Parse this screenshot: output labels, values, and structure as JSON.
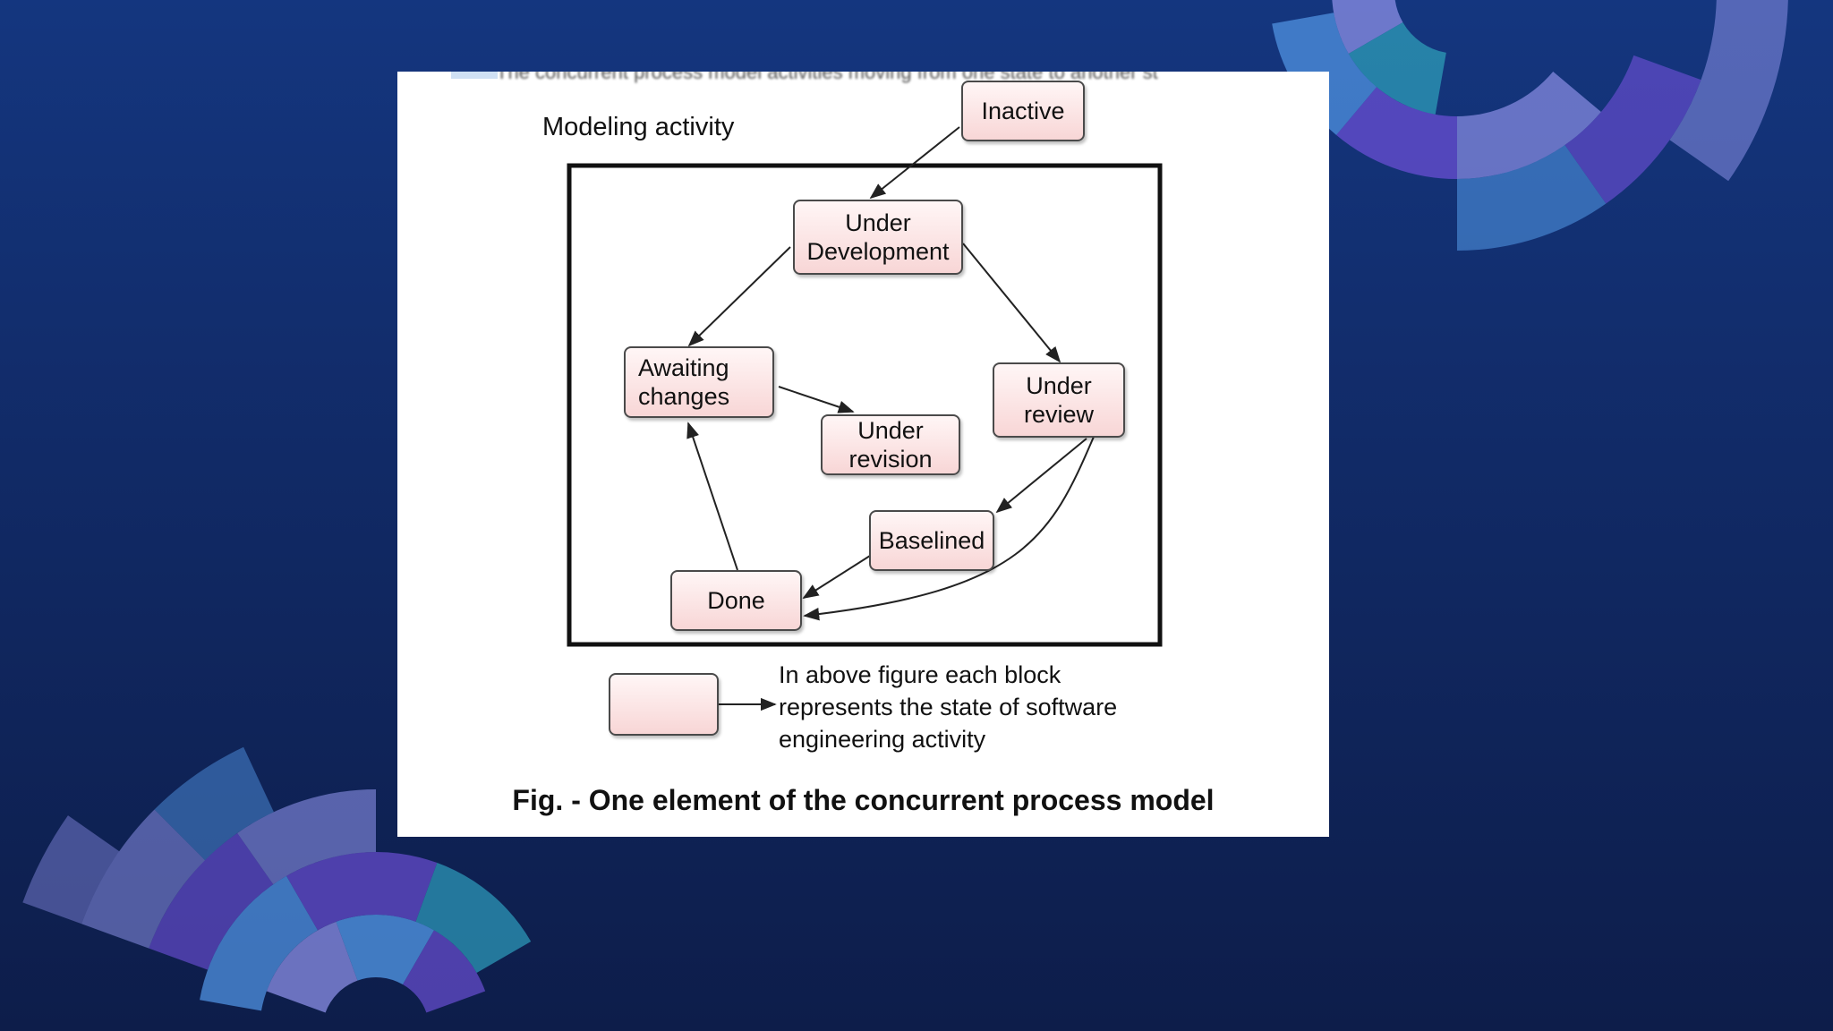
{
  "colors": {
    "background_top": "#14367f",
    "background_bottom": "#0d1d4a",
    "state_fill_top": "#fff6f6",
    "state_fill_bottom": "#f8d6d6",
    "state_border": "#4a4a4a",
    "deco_light": "#8b8fe6",
    "deco_violet": "#6a4fd3",
    "deco_blue": "#4f92e0",
    "deco_teal": "#2a8fb0"
  },
  "figure": {
    "partial_caption": "The concurrent process model activities moving from one state to another st",
    "activity_label": "Modeling activity",
    "states": {
      "inactive": [
        "Inactive"
      ],
      "under_development": [
        "Under",
        "Development"
      ],
      "awaiting_changes": [
        "Awaiting",
        "changes"
      ],
      "under_review": [
        "Under",
        "review"
      ],
      "under_revision": [
        "Under",
        "revision"
      ],
      "baselined": [
        "Baselined"
      ],
      "done": [
        "Done"
      ]
    },
    "legend_lines": [
      "In above figure each block",
      "represents the state of software",
      "engineering activity"
    ],
    "caption": "Fig. - One element of the concurrent process model"
  }
}
